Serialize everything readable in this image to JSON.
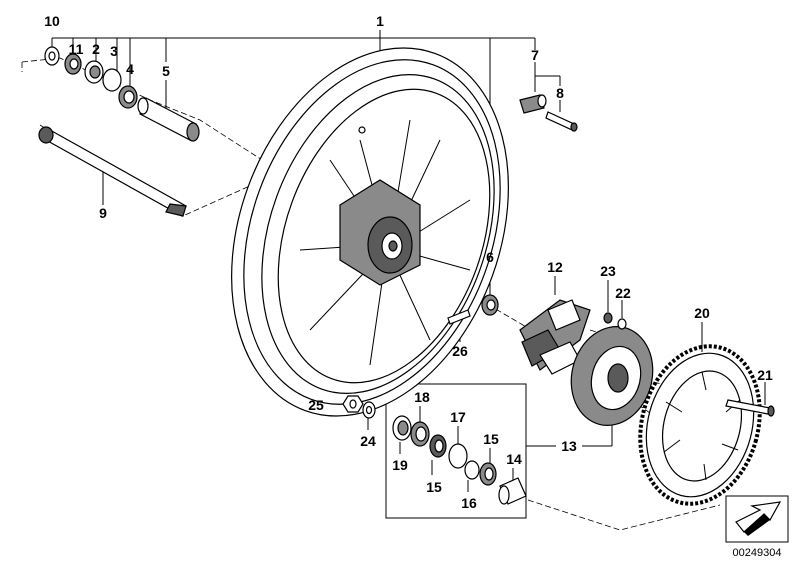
{
  "labels": {
    "p1": "1",
    "p2": "2",
    "p3": "3",
    "p4": "4",
    "p5": "5",
    "p6": "6",
    "p7": "7",
    "p8": "8",
    "p9": "9",
    "p10": "10",
    "p11": "11",
    "p12": "12",
    "p13": "13",
    "p14": "14",
    "p15a": "15",
    "p15b": "15",
    "p16": "16",
    "p17": "17",
    "p18": "18",
    "p19": "19",
    "p20": "20",
    "p21": "21",
    "p22": "22",
    "p23": "23",
    "p24": "24",
    "p25": "25",
    "p26": "26"
  },
  "code": "00249304",
  "colors": {
    "ink": "#000000",
    "shade": "#8a8a8a",
    "dark": "#5a5a5a"
  }
}
